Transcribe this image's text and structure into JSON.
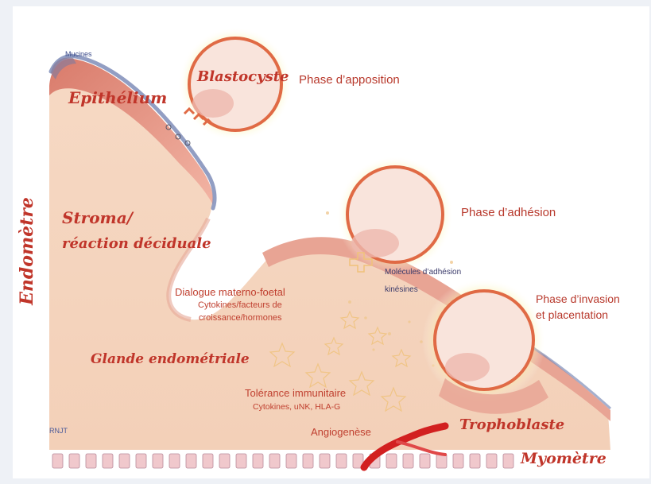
{
  "labels": {
    "mucines": "Mucines",
    "blastocyste": "Blastocyste",
    "phase_apposition": "Phase d’apposition",
    "epithelium": "Epithélium",
    "stroma_line1": "Stroma/",
    "stroma_line2": "réaction déciduale",
    "endometre": "Endomètre",
    "phase_adhesion": "Phase d’adhésion",
    "molecules_line1": "Molécules d’adhésion",
    "molecules_line2": "kinésines",
    "dialogue_line1": "Dialogue materno-foetal",
    "dialogue_line2": "Cytokines/facteurs de",
    "dialogue_line3": "croissance/hormones",
    "phase_invasion_line1": "Phase d’invasion",
    "phase_invasion_line2": "et placentation",
    "glande": "Glande endométriale",
    "tolerance_line1": "Tolérance immunitaire",
    "tolerance_line2": "Cytokines, uNK, HLA-G",
    "angiogenese": "Angiogenèse",
    "trophoblaste": "Trophoblaste",
    "myometre": "Myomètre",
    "credit": "RNJT"
  },
  "colors": {
    "background": "#eef1f6",
    "tissue": "#f5d6c0",
    "epithelium": "#e08878",
    "mucus": "#7f8db8",
    "text_red": "#b8392c",
    "glow": "#f6e86a",
    "embryo_fill": "#f9e4dc",
    "embryo_ring": "#e06a45",
    "vessel": "#d22020",
    "myometrium_cell": "#f0c8cc"
  }
}
